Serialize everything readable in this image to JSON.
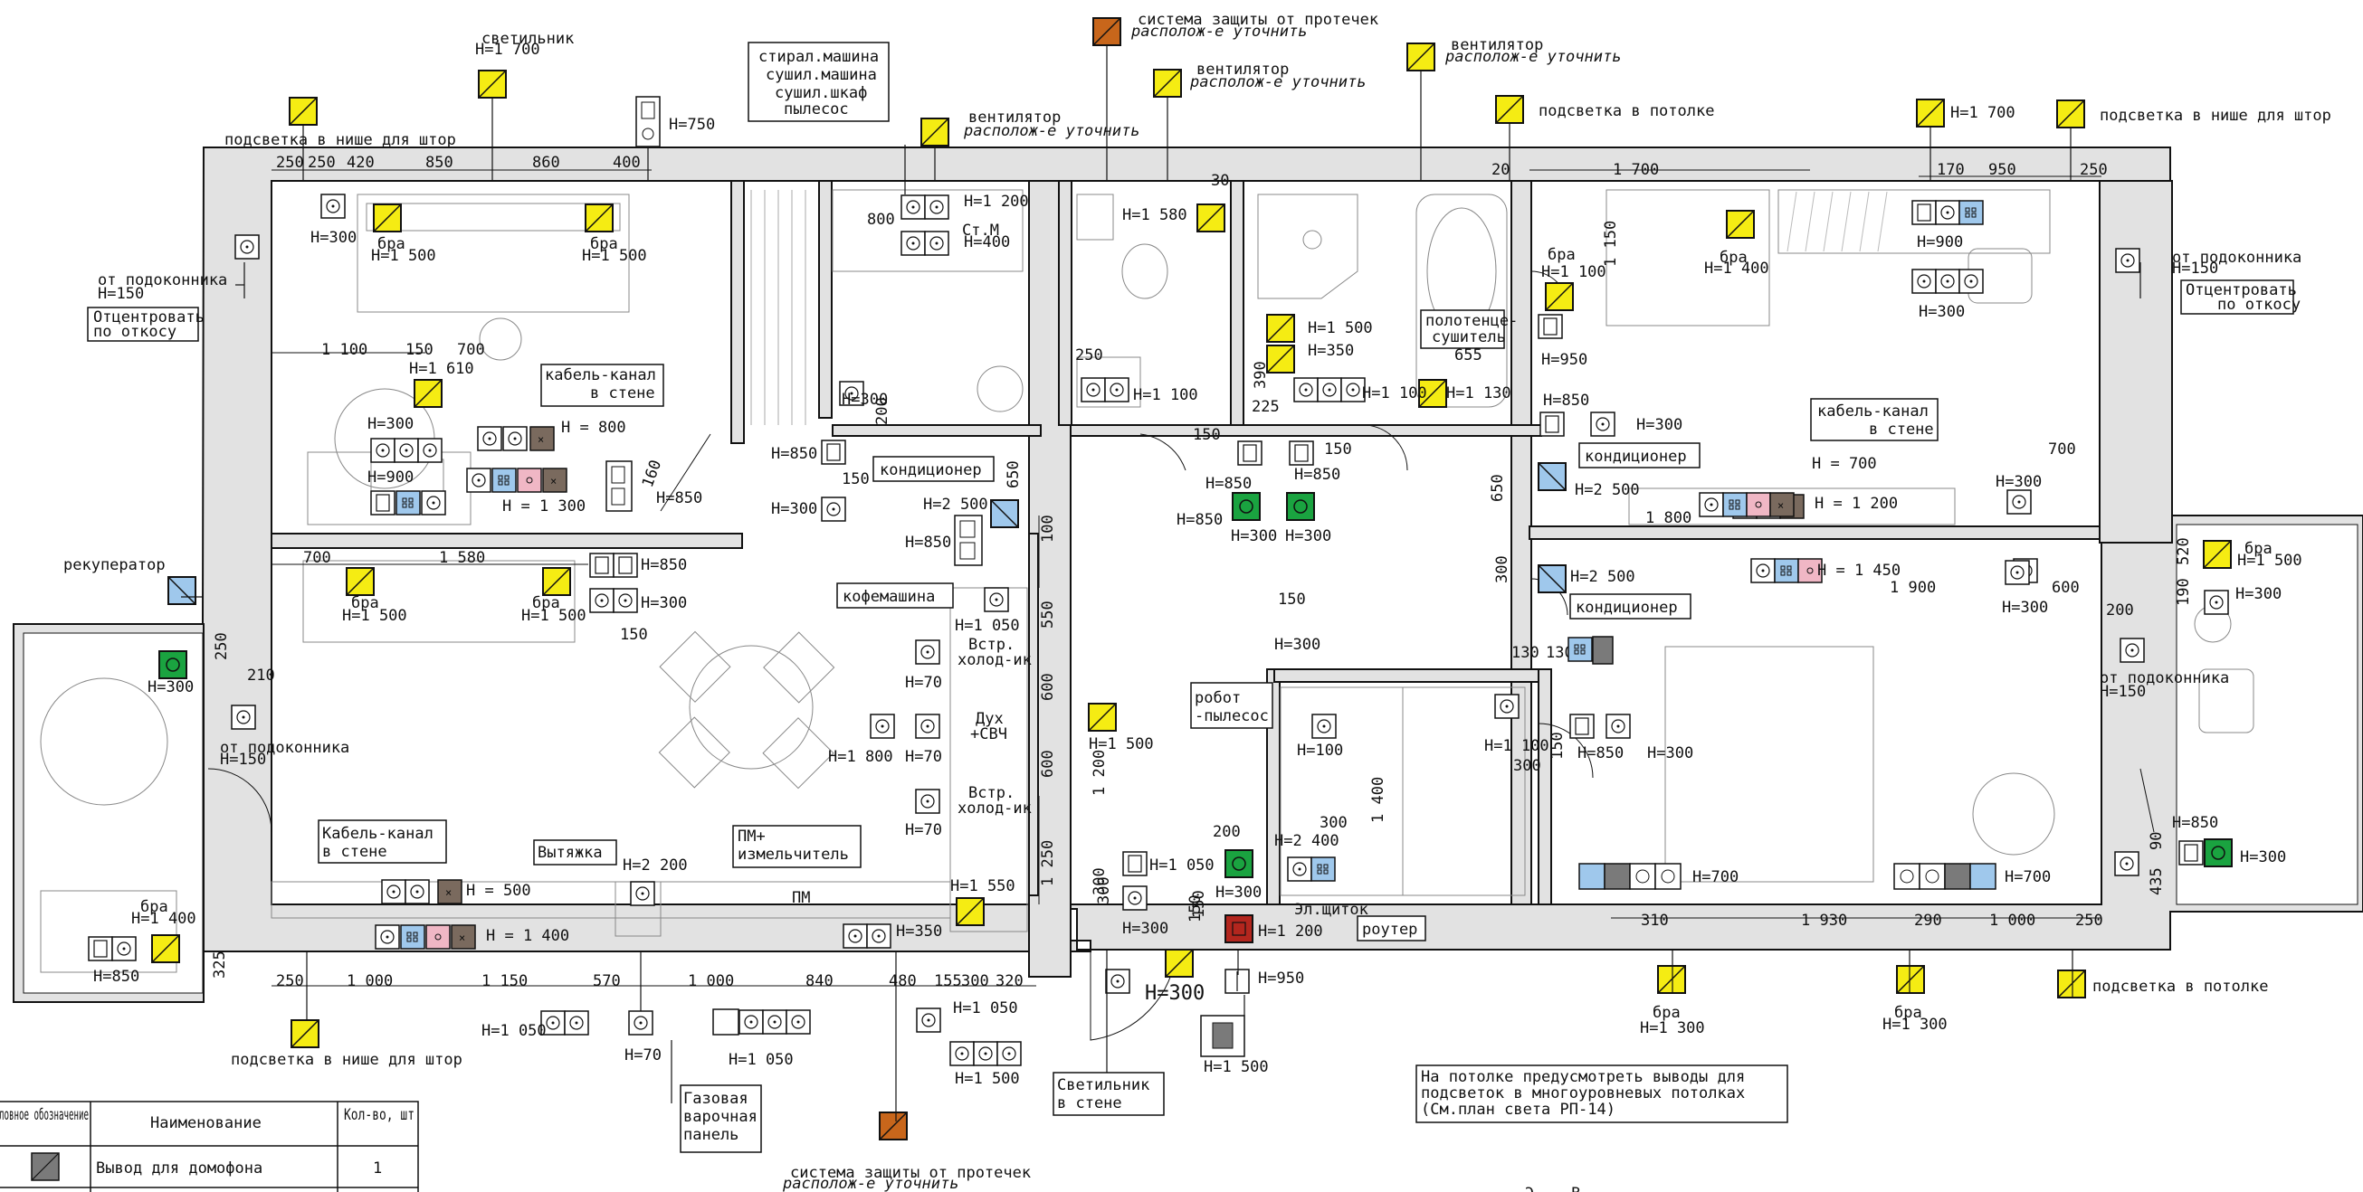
{
  "labels": {
    "svetilnik": "светильник",
    "h1700_a": "H=1 700",
    "h750": "H=750",
    "niche_top": "подсветка в нише для штор",
    "washer": [
      "стирал.машина",
      "сушил.машина",
      "сушил.шкаф",
      "пылесос"
    ],
    "vent_1": "вентилятор",
    "vent_1_note": "располож-е уточнить",
    "leak_top": "система защиты от протечек",
    "leak_top_note": "располож-е уточнить",
    "vent_2": "вентилятор",
    "vent_2_note": "располож-е уточнить",
    "vent_3": "вентилятор",
    "vent_3_note": "располож-е уточнить",
    "ceiling_light_top": "подсветка в потолке",
    "h1700_b": "H=1 700",
    "niche_top_right": "подсветка в нише для штор",
    "from_sill_left": "от подоконника",
    "h150_left": "H=150",
    "center_left": [
      "Отцентровать",
      "по откосу"
    ],
    "h300_a": "H=300",
    "bra_a": "бра",
    "h1500_a": "H=1 500",
    "bra_b": "бра",
    "h1500_b": "H=1 500",
    "h1200_a": "H=1 200",
    "h400_a": "H=400",
    "sm": "Cт.М",
    "h1580": "H=1 580",
    "h1500_c": "H=1 500",
    "h350_a": "H=350",
    "towel": [
      "полотенце-",
      "сушитель"
    ],
    "bra_c": "бра",
    "h1400_a": "H=1 400",
    "h900_a": "H=900",
    "h300_b": "H=300",
    "from_sill_right": "от подоконника",
    "h150_right": "H=150",
    "center_right": [
      "Отцентровать",
      "по откосу"
    ],
    "bra_d": "бра",
    "h1100_a": "H=1 100",
    "h950_a": "H=950",
    "h1610": "H=1 610",
    "cable_a": [
      "кабель-канал",
      "в стене"
    ],
    "h300_c": "H=300",
    "h800_a": "H = 800",
    "h900_b": "H=900",
    "h1300_a": "H = 1 300",
    "h850_a": "H=850",
    "h300_d": "H=300",
    "conditioner_a": "кондиционер",
    "h2500_a": "H=2 500",
    "h850_b": "H=850",
    "h1100_b": "H=1 100",
    "h1100_c": "H=1 100",
    "h1130": "H=1 130",
    "h850_c": "H=850",
    "h850_d": "H=850",
    "h300_e": "H=300",
    "h300_f": "H=300",
    "h850_e": "H=850",
    "h300_g": "H=300",
    "conditioner_b": "кондиционер",
    "h2500_b": "H=2 500",
    "cable_b": [
      "кабель-канал",
      "в стене"
    ],
    "h700_a": "H = 700",
    "h1200_b": "H = 1 200",
    "h300_h": "H=300",
    "recuperator": "рекуператор",
    "bra_e": "бра",
    "h1500_d": "H=1 500",
    "bra_f": "бра",
    "h1500_e": "H=1 500",
    "h850_f": "H=850",
    "h300_i": "H=300",
    "kofe": "кофемашина",
    "h1050_a": "H=1 050",
    "vstr_a": [
      "Встр.",
      "холод-ик"
    ],
    "h70_a": "H=70",
    "duh": [
      "Дух",
      "+СВЧ"
    ],
    "h1800": "H=1 800",
    "h70_b": "H=70",
    "vstr_b": [
      "Встр.",
      "холод-ик"
    ],
    "h70_c": "H=70",
    "h1500_f": "H=1 500",
    "h2500_c": "H=2 500",
    "conditioner_c": "кондиционер",
    "h1450": "H = 1 450",
    "h300_j": "H=300",
    "h300_k": "H=300",
    "robot": [
      "робот",
      "-пылесос"
    ],
    "h100": "H=100",
    "h1100_d": "H=1 100",
    "h850_g": "H=850",
    "h300_l": "H=300",
    "h300_m": "H=300",
    "h2400": "H=2 400",
    "shield": "Эл.щиток",
    "router": "роутер",
    "h1050_b": "H=1 050",
    "h300_n": "H=300",
    "h1200_c": "H=1 200",
    "h300_big": "H=300",
    "h950_b": "H=950",
    "h1500_g": "H=1 500",
    "svet_wall": [
      "Светильник",
      "в стене"
    ],
    "h700_b": "H=700",
    "h700_c": "H=700",
    "h850_h": "H=850",
    "h300_o": "H=300",
    "from_sill_r2": "от подоконника",
    "h150_r2": "H=150",
    "bra_g": "бра",
    "h1500_h": "H=1 500",
    "h300_p": "H=300",
    "h300_q": "H=300",
    "h150_l2": "H=150",
    "from_sill_l2": "от подоконника",
    "cable_c": [
      "Кабель-канал",
      "в стене"
    ],
    "h500": "H = 500",
    "h1400_b": "H = 1 400",
    "vytyazhka": "Вытяжка",
    "h2200": "H=2 200",
    "pm": [
      "ПМ+",
      "измельчитель"
    ],
    "pm_short": "ПМ",
    "h350_b": "H=350",
    "h1550": "H=1 550",
    "bra_h": "бра",
    "h1400_c": "H=1 400",
    "h850_i": "H=850",
    "niche_bottom": "подсветка в нише для штор",
    "h1050_c": "H=1 050",
    "h70_d": "H=70",
    "h1050_d": "H=1 050",
    "gas": [
      "Газовая",
      "варочная",
      "панель"
    ],
    "h1050_e": "H=1 050",
    "h1500_i": "H=1 500",
    "leak_bottom": "система защиты от протечек",
    "leak_bottom_note": "располож-е уточнить",
    "bra_i": "бра",
    "h1300_b": "H=1 300",
    "bra_j": "бра",
    "h1300_c": "H=1 300",
    "ceiling_light_bottom": "подсветка в потолке",
    "note": [
      "На потолке предусмотреть выводы для",
      "подсветок в многоуровневых потолках",
      "(См.план света РП-14)"
    ],
    "stray_bottom": "Э... В..."
  },
  "dims": {
    "top": [
      "250",
      "250",
      "420",
      "850",
      "860",
      "400"
    ],
    "d800": "800",
    "d30": "30",
    "d20": "20",
    "d1700": "1 700",
    "d1150": "1 150",
    "d170": "170",
    "d950": "950",
    "d250_tr": "250",
    "d1100": "1 100",
    "d150_a": "150",
    "d700_a": "700",
    "d250_b": "250",
    "d390": "390",
    "d225": "225",
    "d655": "655",
    "d150_b": "150",
    "d150_c": "150",
    "d200": "200",
    "d150_d": "150",
    "d160": "160",
    "d650_a": "650",
    "d100": "100",
    "d650_b": "650",
    "d1800": "1 800",
    "d700_b": "700",
    "d700_c": "700",
    "d1580": "1 580",
    "d150_e": "150",
    "d250_c": "250",
    "d210": "210",
    "d550": "550",
    "d600_a": "600",
    "d600_b": "600",
    "d1200": "1 200",
    "d1250": "1 250",
    "d300_a": "300",
    "d150_f": "150",
    "d1900": "1 900",
    "d600_c": "600",
    "d200_b": "200",
    "d130a": "130",
    "d130b": "130",
    "d300_b": "300",
    "d150_g": "150",
    "d1400": "1 400",
    "d300_c": "300",
    "d520": "520",
    "d190": "190",
    "d435": "435",
    "d90": "90",
    "d300_d": "300",
    "d150_h": "150",
    "d200_c": "200",
    "bottom": [
      "250",
      "1 000",
      "1 150",
      "570",
      "1 000",
      "840",
      "480",
      "155",
      "300",
      "320"
    ],
    "bottom_r": [
      "310",
      "1 930",
      "290",
      "1 000",
      "250"
    ],
    "d325": "325",
    "d150_i": "150",
    "d300_e": "300"
  },
  "legend": {
    "headers": [
      "Условное обозначение",
      "Наименование",
      "Кол-во, шт"
    ],
    "rows": [
      {
        "name": "Вывод для домофона",
        "qty": "1"
      }
    ]
  },
  "colors": {
    "yellow": "#f5ec13",
    "orange": "#c8661b",
    "blue": "#9fc8ec",
    "green": "#1aa340",
    "red": "#b3261e",
    "brown": "#7a6a5e",
    "pink": "#f0b7c5",
    "wall": "#e2e2e2"
  },
  "icons": [
    "light-icon",
    "socket-icon",
    "switch-icon",
    "conditioner-icon",
    "network-icon",
    "intercom-icon"
  ]
}
